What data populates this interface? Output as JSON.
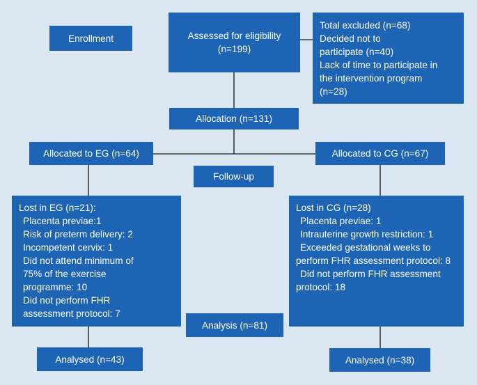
{
  "colors": {
    "background": "#dbe6f3",
    "box": "#1e64b4",
    "text": "#ffffff",
    "line": "#3a3a3a"
  },
  "stages": {
    "enrollment": "Enrollment",
    "follow_up": "Follow-up",
    "analysis": "Analysis (n=81)"
  },
  "assessed": {
    "line1": "Assessed for eligibility",
    "line2": "(n=199)"
  },
  "excluded": {
    "lines": [
      "Total excluded (n=68)",
      "Decided not to",
      "participate (n=40)",
      "Lack of time to participate in",
      "the intervention program",
      "(n=28)"
    ]
  },
  "allocation": "Allocation (n=131)",
  "eg": {
    "allocated": "Allocated to EG (n=64)",
    "lost_lines": [
      "Lost in EG (n=21):",
      "Placenta previae:1",
      "Risk of preterm delivery: 2",
      "Incompetent cervix: 1",
      "Did not attend minimum of",
      "75% of  the exercise",
      "programme: 10",
      "Did not perform FHR",
      "assessment protocol: 7"
    ],
    "analysed": "Analysed (n=43)"
  },
  "cg": {
    "allocated": "Allocated to CG (n=67)",
    "lost_lines": [
      "Lost in CG (n=28)",
      "Placenta previae: 1",
      "Intrauterine growth restriction: 1",
      "Exceeded gestational weeks to",
      "perform FHR assessment protocol: 8",
      "Did not perform FHR assessment",
      "protocol: 18"
    ],
    "analysed": "Analysed (n=38)"
  }
}
